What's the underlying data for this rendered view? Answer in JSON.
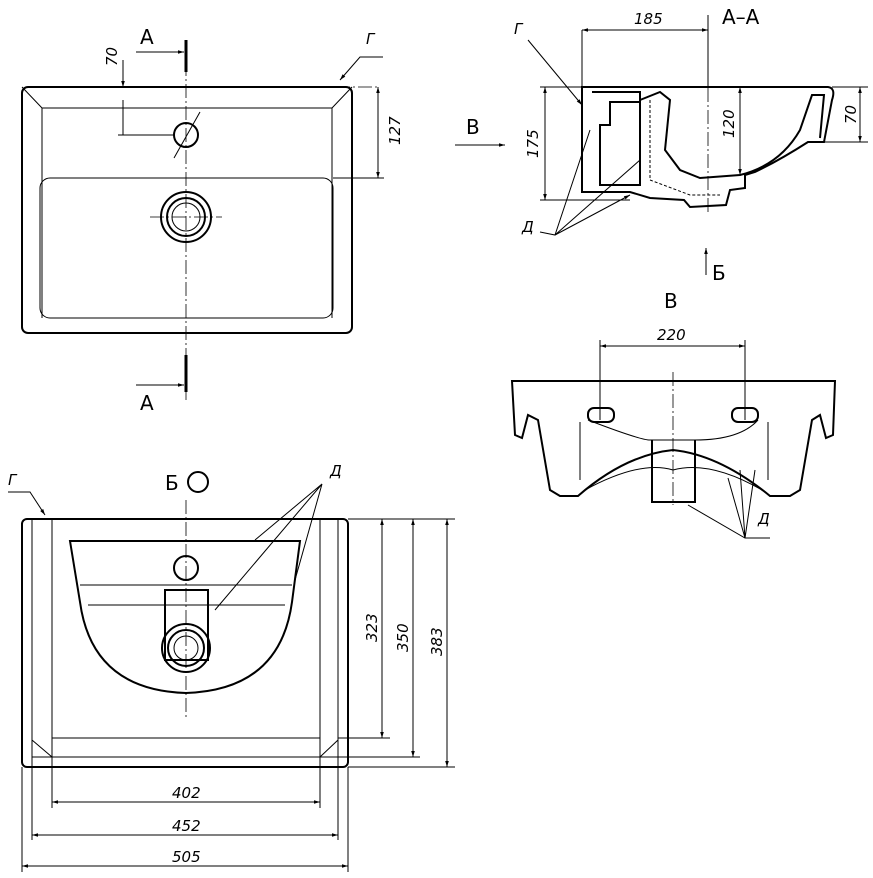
{
  "title": "Washbasin technical drawing",
  "top_view": {
    "section_label_top": "А",
    "section_label_bottom": "А",
    "dim_tap_offset": "70",
    "dim_basin_offset": "127",
    "edge_mark": "Г"
  },
  "section_view": {
    "title": "А–А",
    "edge_mark": "Г",
    "view_arrow": "В",
    "dim_width": "185",
    "dim_height": "175",
    "dim_depth": "120",
    "dim_rim": "70",
    "surface_mark": "Д",
    "view_b_arrow": "Б"
  },
  "front_view": {
    "title": "В",
    "dim_mount_spacing": "220",
    "surface_mark": "Д"
  },
  "bottom_view": {
    "title": "Б",
    "edge_mark": "Г",
    "surface_mark": "Д",
    "dim_323": "323",
    "dim_350": "350",
    "dim_383": "383",
    "dim_402": "402",
    "dim_452": "452",
    "dim_505": "505"
  }
}
